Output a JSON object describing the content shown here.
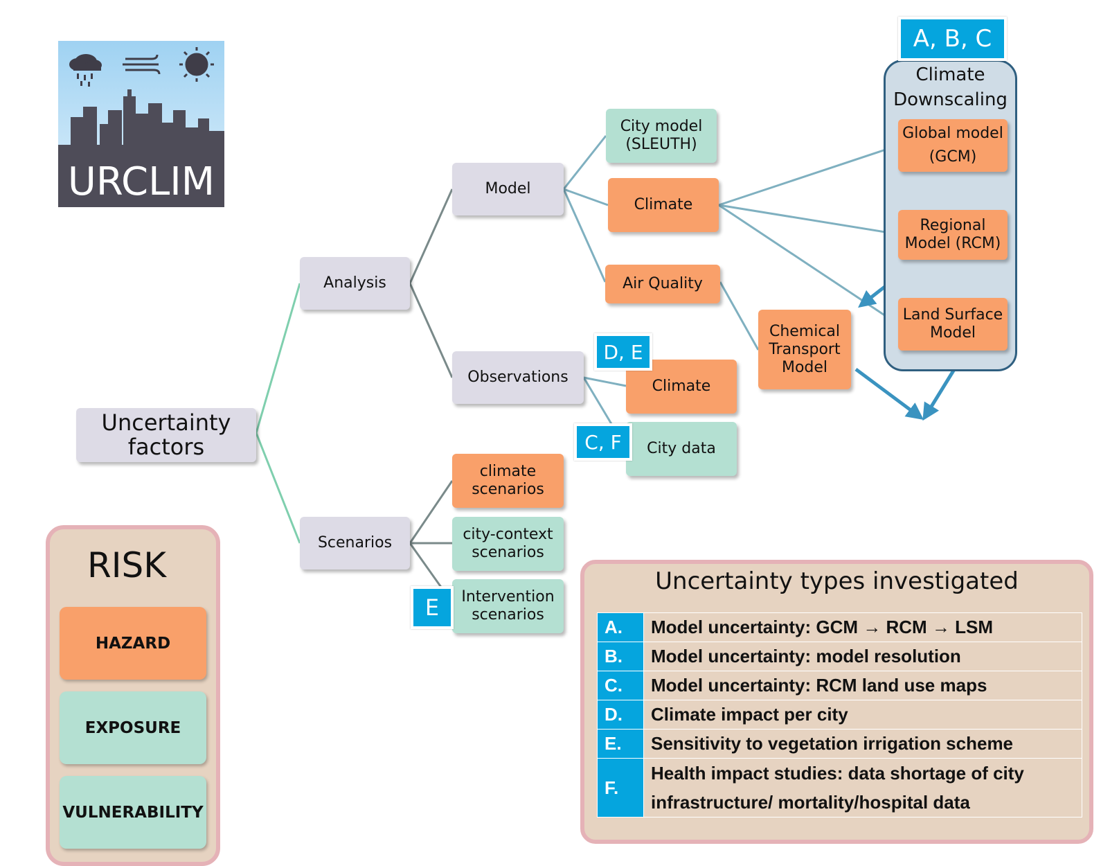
{
  "logo": {
    "text": "URCLIM",
    "icons": [
      "rain-cloud-icon",
      "wind-icon",
      "sun-icon"
    ],
    "sky_color": "#b9dff7",
    "city_color": "#4e4c58"
  },
  "tree": {
    "root": "Uncertainty factors",
    "analysis": "Analysis",
    "scenarios": "Scenarios",
    "model": "Model",
    "observations": "Observations",
    "city_model": "City model (SLEUTH)",
    "climate_model": "Climate",
    "air_quality": "Air Quality",
    "chemical_transport": "Chemical Transport Model",
    "obs_climate": "Climate",
    "city_data": "City data",
    "climate_scenarios": "climate scenarios",
    "city_context_scenarios": "city-context scenarios",
    "intervention_scenarios": "Intervention scenarios"
  },
  "downscaling": {
    "tag": "A, B, C",
    "title": "Climate Downscaling",
    "gcm": "Global model (GCM)",
    "rcm": "Regional Model (RCM)",
    "lsm": "Land Surface Model"
  },
  "tags": {
    "de": "D, E",
    "cf": "C, F",
    "e": "E"
  },
  "risk": {
    "title": "RISK",
    "hazard": "HAZARD",
    "exposure": "EXPOSURE",
    "vulnerability": "VULNERABILITY"
  },
  "uncertainty_types": {
    "title": "Uncertainty types investigated",
    "rows": [
      {
        "letter": "A.",
        "text": "Model uncertainty: GCM → RCM → LSM"
      },
      {
        "letter": "B.",
        "text": "Model uncertainty: model resolution"
      },
      {
        "letter": "C.",
        "text": "Model uncertainty: RCM land use maps"
      },
      {
        "letter": "D.",
        "text": "Climate impact per city"
      },
      {
        "letter": "E.",
        "text": "Sensitivity to vegetation irrigation scheme"
      },
      {
        "letter": "F.",
        "text": "Health impact studies: data shortage of city infrastructure/ mortality/hospital data"
      }
    ]
  },
  "colors": {
    "hazard": "#f9a06a",
    "exposure": "#b4e0d2",
    "vulnerability": "#b4e0d2",
    "tag": "#05a5de",
    "category": "#dddbe6"
  }
}
